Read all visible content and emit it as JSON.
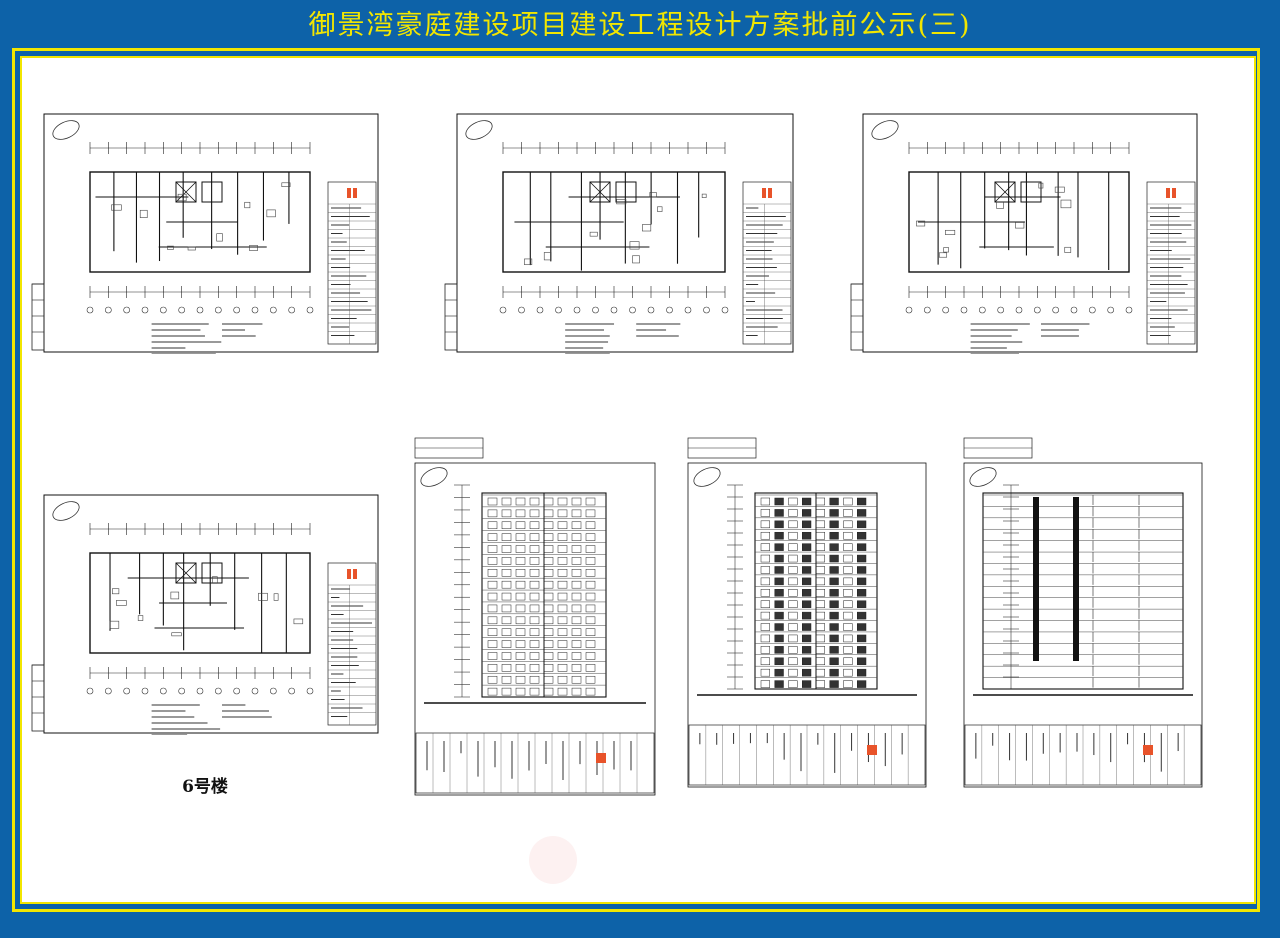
{
  "header": {
    "title": "御景湾豪庭建设项目建设工程设计方案批前公示(三)"
  },
  "labels": {
    "building": "6号楼"
  },
  "colors": {
    "background": "#0d62a8",
    "accent": "#f2e600",
    "paper": "#ffffff",
    "logo": "#e8532a"
  },
  "sheets": [
    {
      "id": "plan-1",
      "kind": "floor-plan"
    },
    {
      "id": "plan-2",
      "kind": "floor-plan"
    },
    {
      "id": "plan-3",
      "kind": "floor-plan"
    },
    {
      "id": "plan-4",
      "kind": "floor-plan"
    },
    {
      "id": "elevation-1",
      "kind": "elevation"
    },
    {
      "id": "elevation-2",
      "kind": "elevation"
    },
    {
      "id": "section-1",
      "kind": "section"
    }
  ]
}
